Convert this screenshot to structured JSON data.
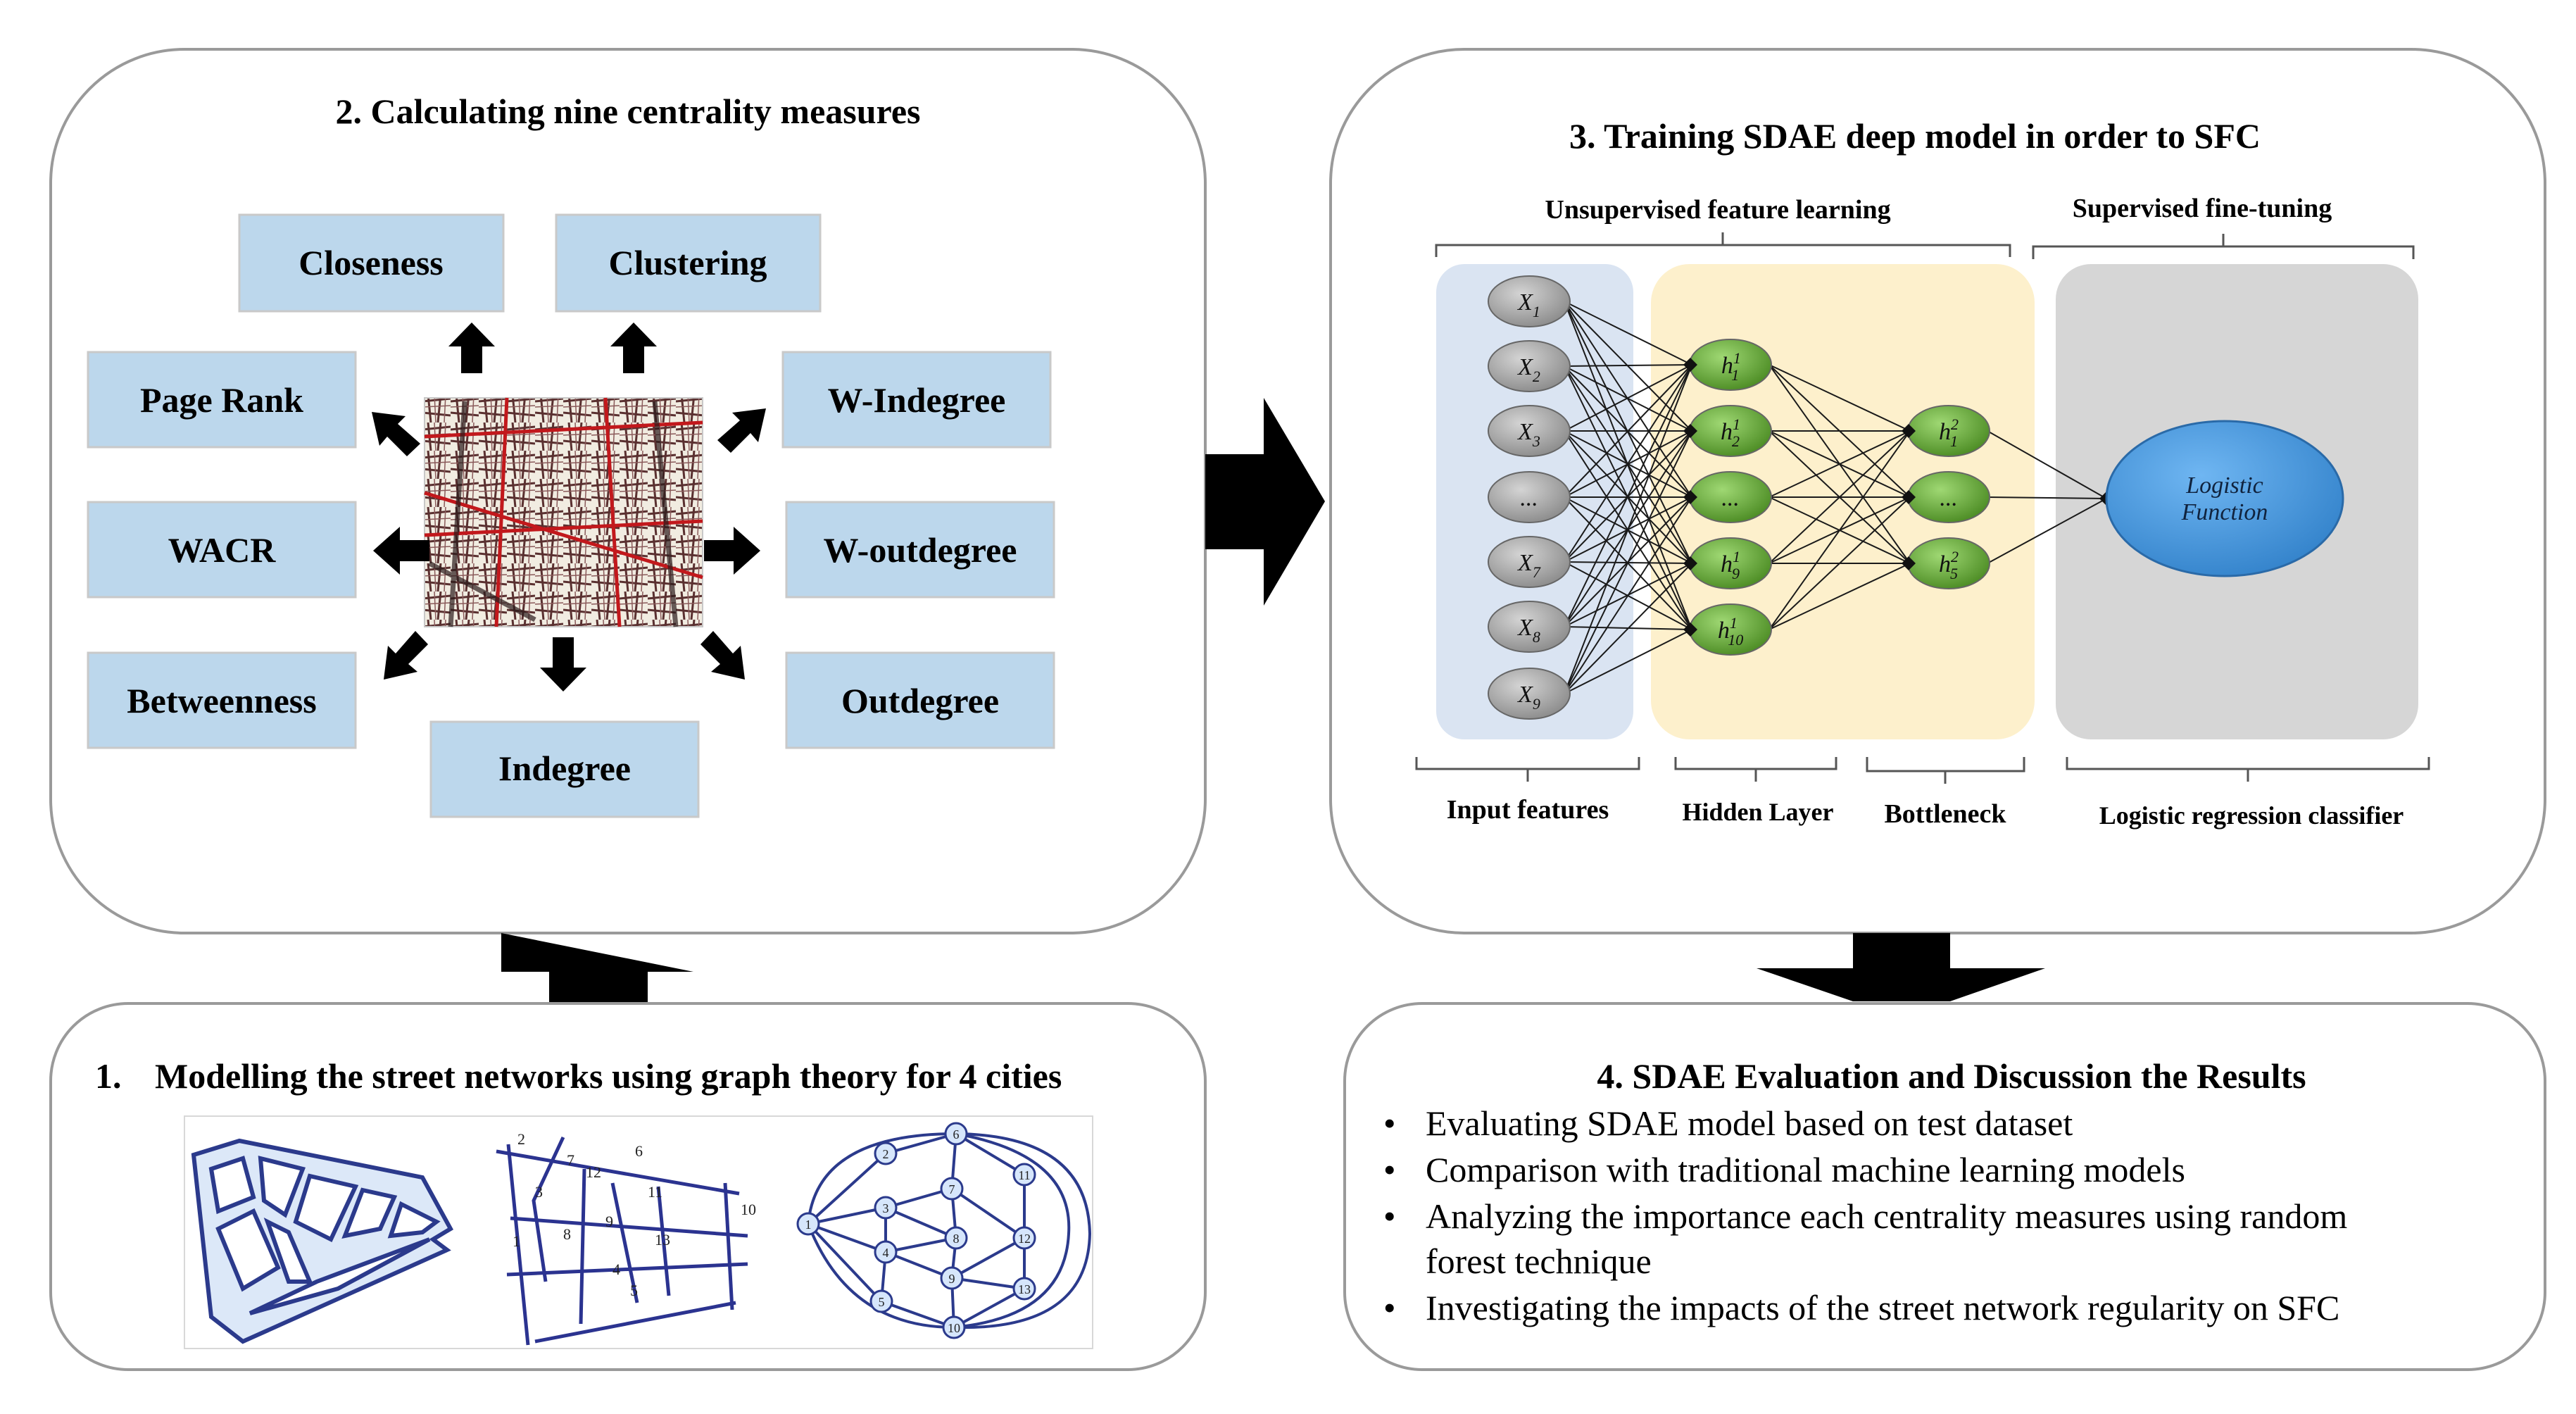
{
  "panel1": {
    "number": "1.",
    "title": "Modelling the street networks using graph theory for 4 cities",
    "graph_middle": {
      "labels": [
        "2",
        "6",
        "7",
        "12",
        "3",
        "11",
        "1",
        "8",
        "9",
        "13",
        "10",
        "4",
        "5"
      ]
    },
    "graph_right": {
      "node_labels": [
        "1",
        "2",
        "3",
        "4",
        "5",
        "6",
        "7",
        "8",
        "9",
        "10",
        "11",
        "12",
        "13"
      ]
    }
  },
  "panel2": {
    "title": "2. Calculating nine centrality measures",
    "measures": {
      "closeness": "Closeness",
      "clustering": "Clustering",
      "page_rank": "Page Rank",
      "w_indegree": "W-Indegree",
      "wacr": "WACR",
      "w_outdegree": "W-outdegree",
      "betweenness": "Betweenness",
      "outdegree": "Outdegree",
      "indegree": "Indegree"
    },
    "box_color": "#bcd7ec"
  },
  "panel3": {
    "title": "3. Training SDAE deep model in order to SFC",
    "unsupervised_label": "Unsupervised feature learning",
    "supervised_label": "Supervised fine-tuning",
    "input_nodes": [
      "X",
      "X",
      "X",
      "...",
      "X",
      "X",
      "X"
    ],
    "input_subs": [
      "1",
      "2",
      "3",
      "",
      "7",
      "8",
      "9"
    ],
    "hidden_nodes": [
      "h",
      "h",
      "...",
      "h",
      "h"
    ],
    "hidden_sups": [
      "1",
      "1",
      "",
      "1",
      "1"
    ],
    "hidden_subs": [
      "1",
      "2",
      "",
      "9",
      "10"
    ],
    "bottleneck_nodes": [
      "h",
      "...",
      "h"
    ],
    "bottleneck_sups": [
      "2",
      "",
      "2"
    ],
    "bottleneck_subs": [
      "1",
      "",
      "5"
    ],
    "logistic_line1": "Logistic",
    "logistic_line2": "Function",
    "labels": {
      "input_features": "Input features",
      "hidden_layer": "Hidden Layer",
      "bottleneck": "Bottleneck",
      "classifier": "Logistic regression classifier"
    },
    "colors": {
      "input_bg": "#dae4f2",
      "hidden_bg": "#fdf0cc",
      "classifier_bg": "#d6d6d6",
      "input_node": "#a6a6a6",
      "hidden_node": "#6aab3d",
      "logistic": "#3f8fd6"
    }
  },
  "panel4": {
    "title": "4. SDAE Evaluation and Discussion the Results",
    "bullet": "•",
    "bullets": [
      "Evaluating SDAE model based on test dataset",
      "Comparison with traditional machine learning models",
      "Analyzing the importance each centrality measures using random",
      "forest technique",
      "Investigating the impacts of the street network regularity on SFC"
    ]
  }
}
